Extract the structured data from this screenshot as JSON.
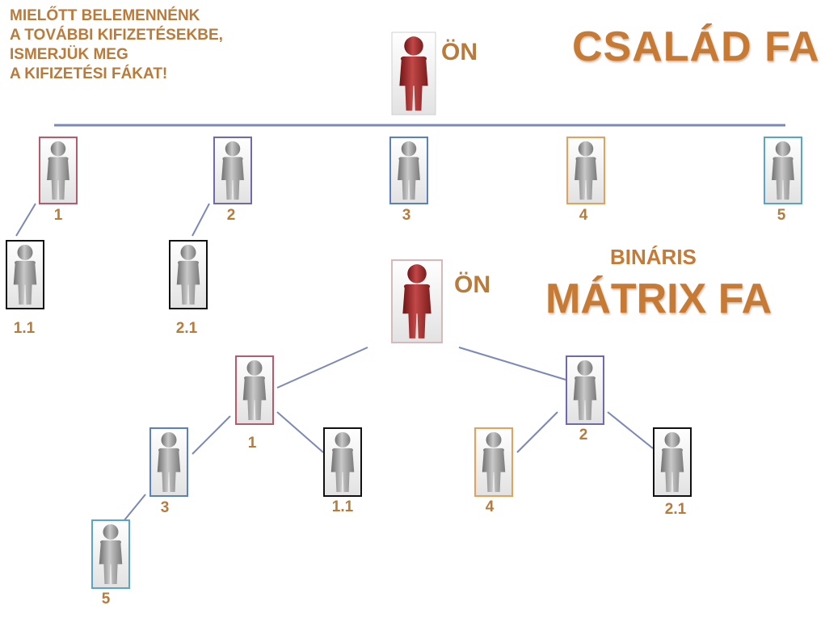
{
  "intro_lines": [
    "MIELŐTT BELEMENNÉNK",
    "A TOVÁBBI KIFIZETÉSEKBE,",
    "ISMERJÜK MEG",
    "A KIFIZETÉSI FÁKAT!"
  ],
  "family_tree": {
    "title": "CSALÁD FA",
    "you_label": "ÖN",
    "members": [
      {
        "label": "1",
        "border": "#b65b6b"
      },
      {
        "label": "2",
        "border": "#6d6ab1"
      },
      {
        "label": "3",
        "border": "#5b80bf"
      },
      {
        "label": "4",
        "border": "#e3a25c"
      },
      {
        "label": "5",
        "border": "#5ba3c8"
      }
    ],
    "sub_members": [
      {
        "label": "1.1",
        "border": "#111111"
      },
      {
        "label": "2.1",
        "border": "#111111"
      }
    ]
  },
  "binary_tree": {
    "title_top": "BINÁRIS",
    "title": "MÁTRIX FA",
    "you_label": "ÖN",
    "nodes": [
      {
        "label": "1",
        "border": "#b65b6b"
      },
      {
        "label": "2",
        "border": "#6d6ab1"
      },
      {
        "label": "3",
        "border": "#5b80bf"
      },
      {
        "label": "1.1",
        "border": "#111111"
      },
      {
        "label": "4",
        "border": "#e3a25c"
      },
      {
        "label": "2.1",
        "border": "#111111"
      },
      {
        "label": "5",
        "border": "#5ba3c8"
      }
    ]
  },
  "colors": {
    "accent_text": "#c67a33",
    "connector": "#7b88b8",
    "person_you": "#9b2b2b",
    "person_member": "#8a8a8a"
  }
}
